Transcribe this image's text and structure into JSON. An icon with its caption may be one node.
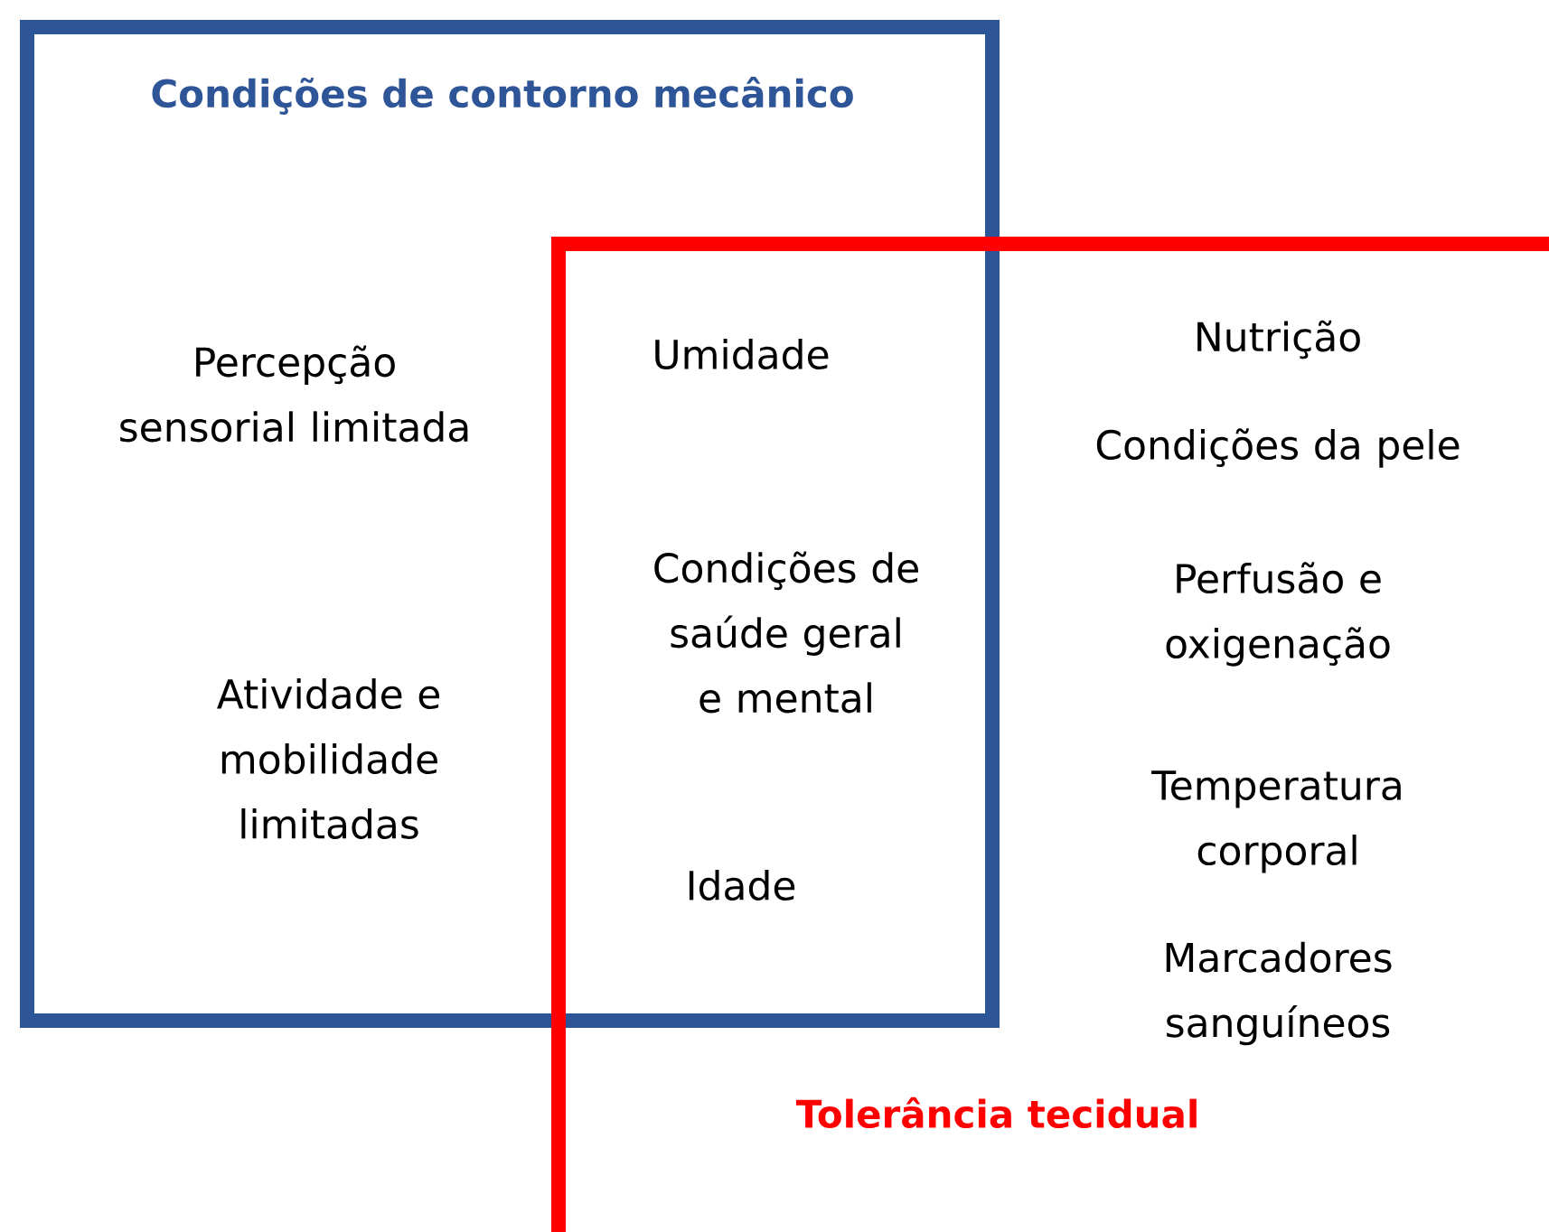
{
  "diagram": {
    "nodes": [
      {
        "text": [
          "Condições de contorno mecânico"
        ]
      },
      {
        "text": [
          "Tolerância tecidual"
        ]
      }
    ],
    "labels": [
      "Percepção sensorial limitada",
      "Atividade e mobilidade limitadas",
      "Umidade",
      "Condições de saúde geral e mental",
      "Idade",
      "Nutrição",
      "Condições da pele",
      "Perfusão e oxigenação",
      "Temperatura corporal",
      "Marcadores sanguíneos"
    ]
  }
}
